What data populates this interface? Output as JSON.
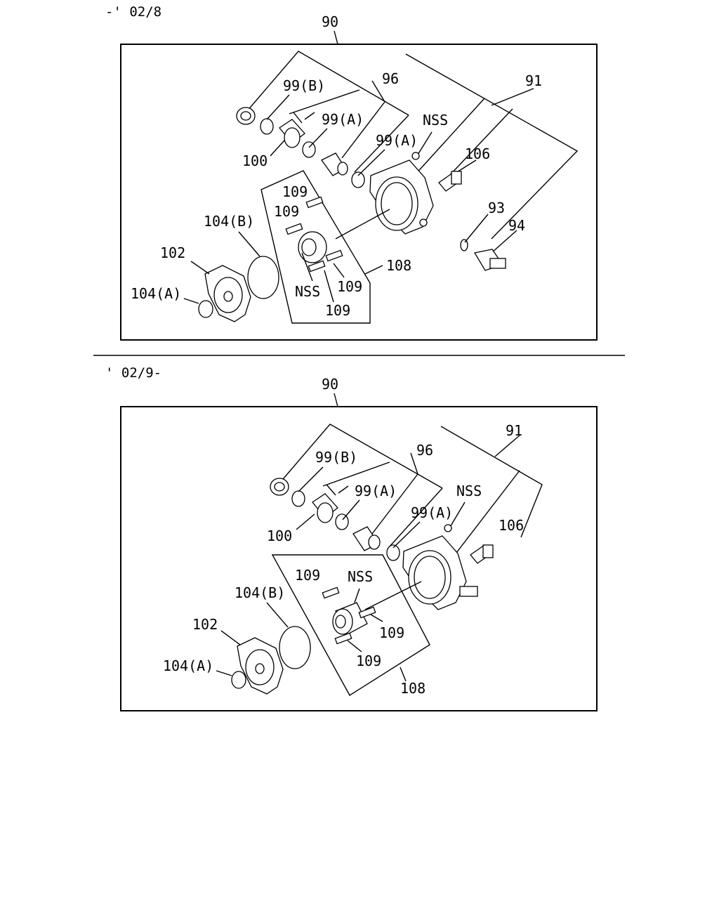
{
  "sections": [
    {
      "date_range": "-' 02/8",
      "labels": {
        "p90": "90",
        "p96": "96",
        "p91": "91",
        "p99b": "99(B)",
        "p99a1": "99(A)",
        "p99a2": "99(A)",
        "nss1": "NSS",
        "nss2": "NSS",
        "p100": "100",
        "p106": "106",
        "p93": "93",
        "p94": "94",
        "p104b": "104(B)",
        "p102": "102",
        "p104a": "104(A)",
        "p108": "108",
        "p109a": "109",
        "p109b": "109",
        "p109c": "109",
        "p109d": "109"
      }
    },
    {
      "date_range": "' 02/9-",
      "labels": {
        "p90": "90",
        "p96": "96",
        "p91": "91",
        "p99b": "99(B)",
        "p99a1": "99(A)",
        "p99a2": "99(A)",
        "nss1": "NSS",
        "nss2": "NSS",
        "p100": "100",
        "p106": "106",
        "p104b": "104(B)",
        "p102": "102",
        "p104a": "104(A)",
        "p108": "108",
        "p109a": "109",
        "p109b": "109",
        "p109c": "109"
      }
    }
  ]
}
